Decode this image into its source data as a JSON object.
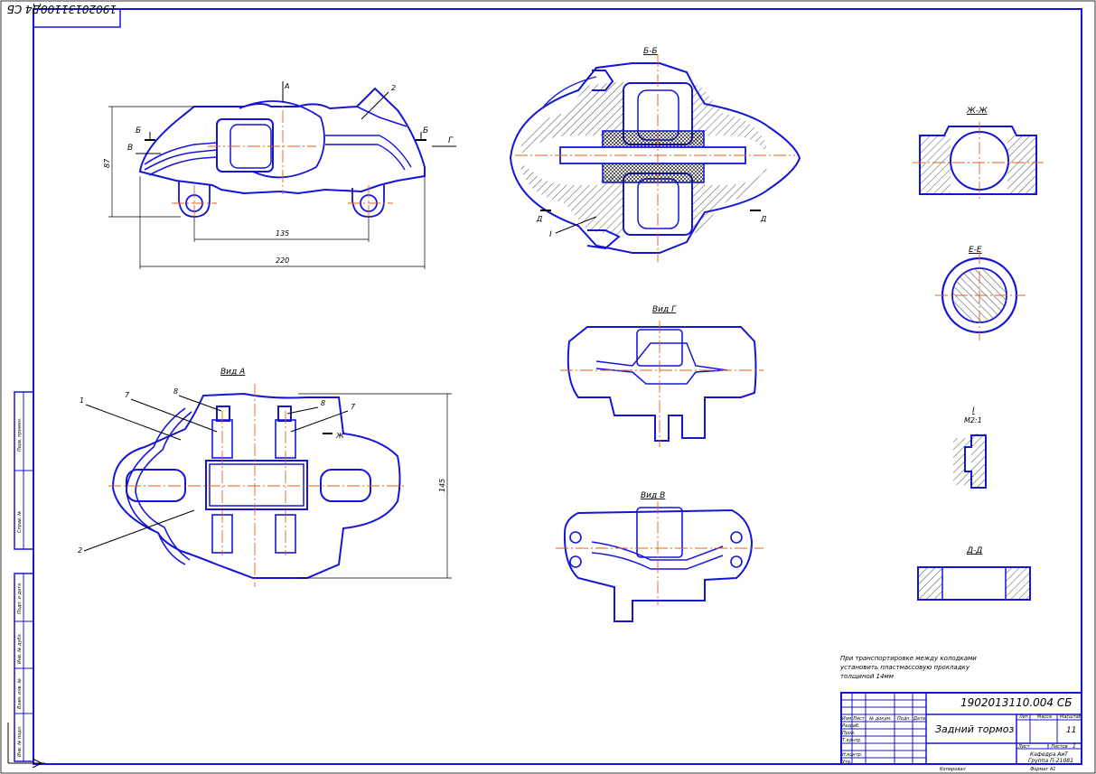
{
  "stamp_code": "19020131100Д4 СБ",
  "title_block": {
    "designation": "1902013110.004 СБ",
    "name": "Задний тормоз",
    "sheet_label": "Лист",
    "sheets_label": "Листов",
    "sheets_value": "1",
    "scale_value": "11",
    "organization": "Кафедра АиТ",
    "group": "Группа П-21081",
    "format": "Формат А1",
    "copied": "Копировал",
    "rows": [
      "Изм",
      "Лист",
      "№ докум.",
      "Подп.",
      "Дата",
      "Разраб.",
      "Пров.",
      "Т.контр.",
      "Н.контр.",
      "Утв."
    ],
    "cols": [
      "Лит.",
      "Масса",
      "Масштаб"
    ]
  },
  "note": [
    "При транспортировке между колодками",
    "установить пластмассовую прокладку",
    "толщиной 14мм"
  ],
  "views": {
    "top": {
      "section_mark_b": "Б",
      "section_mark_v": "В",
      "arrow_a": "А",
      "arrow_g": "Г",
      "leader": "2",
      "dim_height": "87",
      "dim_135": "135",
      "dim_220": "220"
    },
    "bb": {
      "title": "Б-Б",
      "mark_d": "Д",
      "mark_i": "I"
    },
    "vid_a": {
      "title": "Вид А",
      "dim_145": "145",
      "leaders": [
        "1",
        "7",
        "8",
        "8",
        "7",
        "2"
      ],
      "mark_zh": "Ж"
    },
    "vid_g": {
      "title": "Вид Г"
    },
    "vid_v": {
      "title": "Вид В"
    },
    "zhzh": {
      "title": "Ж-Ж"
    },
    "ee": {
      "title": "Е-Е"
    },
    "detail_i": {
      "title": "I",
      "scale": "М2:1"
    },
    "dd": {
      "title": "Д-Д"
    }
  },
  "left_strip": [
    "Перв. примен.",
    "Справ. №",
    "Подп. и дата",
    "Инв. № дубл.",
    "Взам. инв. №",
    "Подп. и дата",
    "Инв. № подл."
  ]
}
